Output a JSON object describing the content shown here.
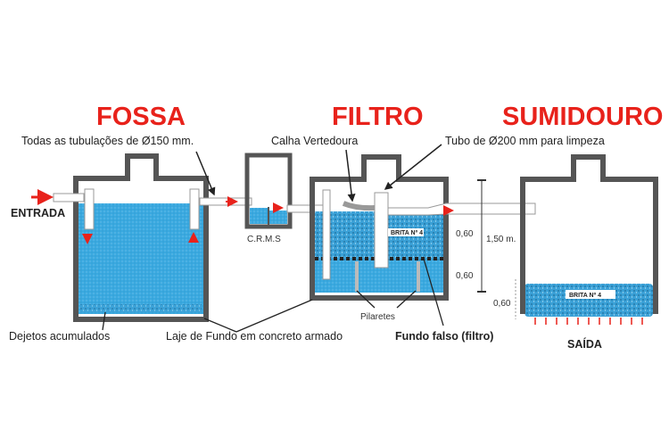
{
  "titles": {
    "fossa": "FOSSA",
    "filtro": "FILTRO",
    "sumidouro": "SUMIDOURO"
  },
  "labels": {
    "tubulacoes": "Todas as tubulações de Ø150 mm.",
    "calha": "Calha Vertedoura",
    "tubo_limpeza": "Tubo de Ø200 mm para limpeza",
    "entrada": "ENTRADA",
    "crms": "C.R.M.S",
    "dejetos": "Dejetos acumulados",
    "laje": "Laje de Fundo em concreto armado",
    "pilaretes": "Pilaretes",
    "fundo_falso": "Fundo falso (filtro)",
    "saida": "SAÍDA",
    "brita_filtro": "BRITA Nº 4",
    "brita_sumidouro": "BRITA Nº 4"
  },
  "dimensions": {
    "upper": "0,60",
    "lower": "0,60",
    "total": "1,50 m.",
    "sumidouro": "0,60"
  },
  "colors": {
    "water": "#3aa9e0",
    "wall": "#555555",
    "title": "#e8221b",
    "arrow": "#e8221b"
  }
}
